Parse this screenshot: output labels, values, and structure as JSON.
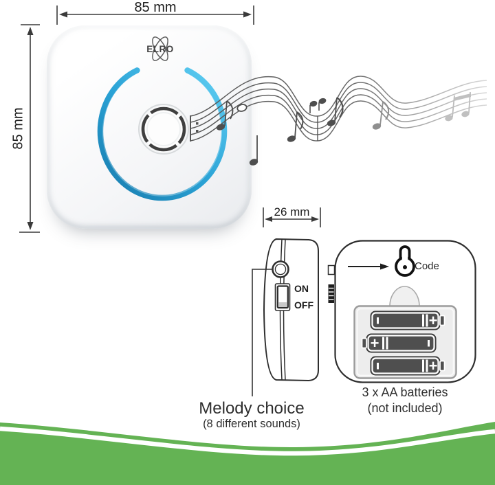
{
  "brand": {
    "name": "ELRO"
  },
  "dimensions": {
    "width": "85 mm",
    "height": "85 mm",
    "depth": "26 mm"
  },
  "side_panel": {
    "switch_on": "ON",
    "switch_off": "OFF",
    "melody_title": "Melody choice",
    "melody_subtitle": "(8 different sounds)"
  },
  "back_panel": {
    "code_label": "Code",
    "battery_plus": "+",
    "batteries_line1": "3 x AA batteries",
    "batteries_line2": "(not included)"
  },
  "colors": {
    "accent_green": "#64b354",
    "ring_blue_dark": "#177bad",
    "ring_blue": "#2ba3d6",
    "ring_blue_light": "#5ecdf2",
    "line_dark": "#2e2e2e"
  }
}
